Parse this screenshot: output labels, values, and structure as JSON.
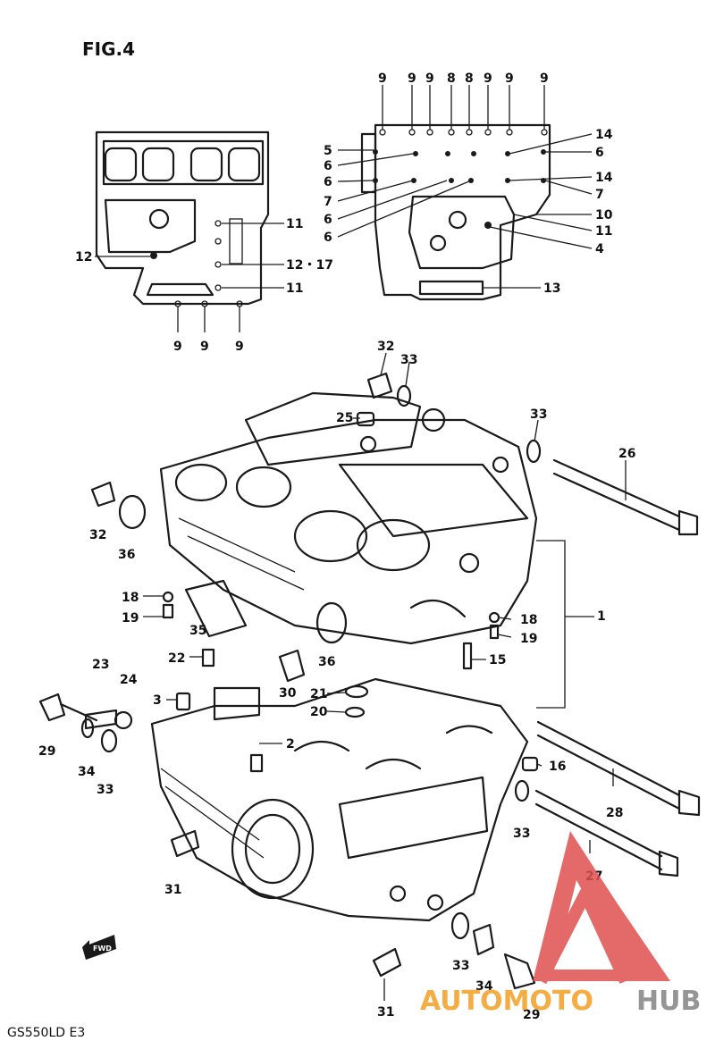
{
  "figure": {
    "title": "FIG.4",
    "model": "GS550LD  E3"
  },
  "fwd_label": "FWD",
  "watermark": {
    "part1": "AUTOMOTO",
    "part2": "HUB",
    "color_red": "#e05050",
    "color_orange": "#f2a530",
    "color_gray": "#8a8a8a"
  },
  "callouts": {
    "top_left": [
      "11",
      "12",
      "12・17",
      "11",
      "9",
      "9",
      "9"
    ],
    "top_right_top": [
      "9",
      "9",
      "9",
      "8",
      "8",
      "9",
      "9",
      "9"
    ],
    "top_right_left": [
      "5",
      "6",
      "6",
      "7",
      "6",
      "6"
    ],
    "top_right_right": [
      "14",
      "6",
      "14",
      "7",
      "10",
      "11",
      "4",
      "13"
    ],
    "main": [
      "32",
      "33",
      "25",
      "33",
      "26",
      "32",
      "36",
      "18",
      "19",
      "35",
      "1",
      "18",
      "19",
      "36",
      "15",
      "22",
      "30",
      "21",
      "20",
      "3",
      "2",
      "23",
      "24",
      "29",
      "34",
      "33",
      "16",
      "28",
      "33",
      "27",
      "31",
      "33",
      "34",
      "31",
      "29"
    ]
  }
}
